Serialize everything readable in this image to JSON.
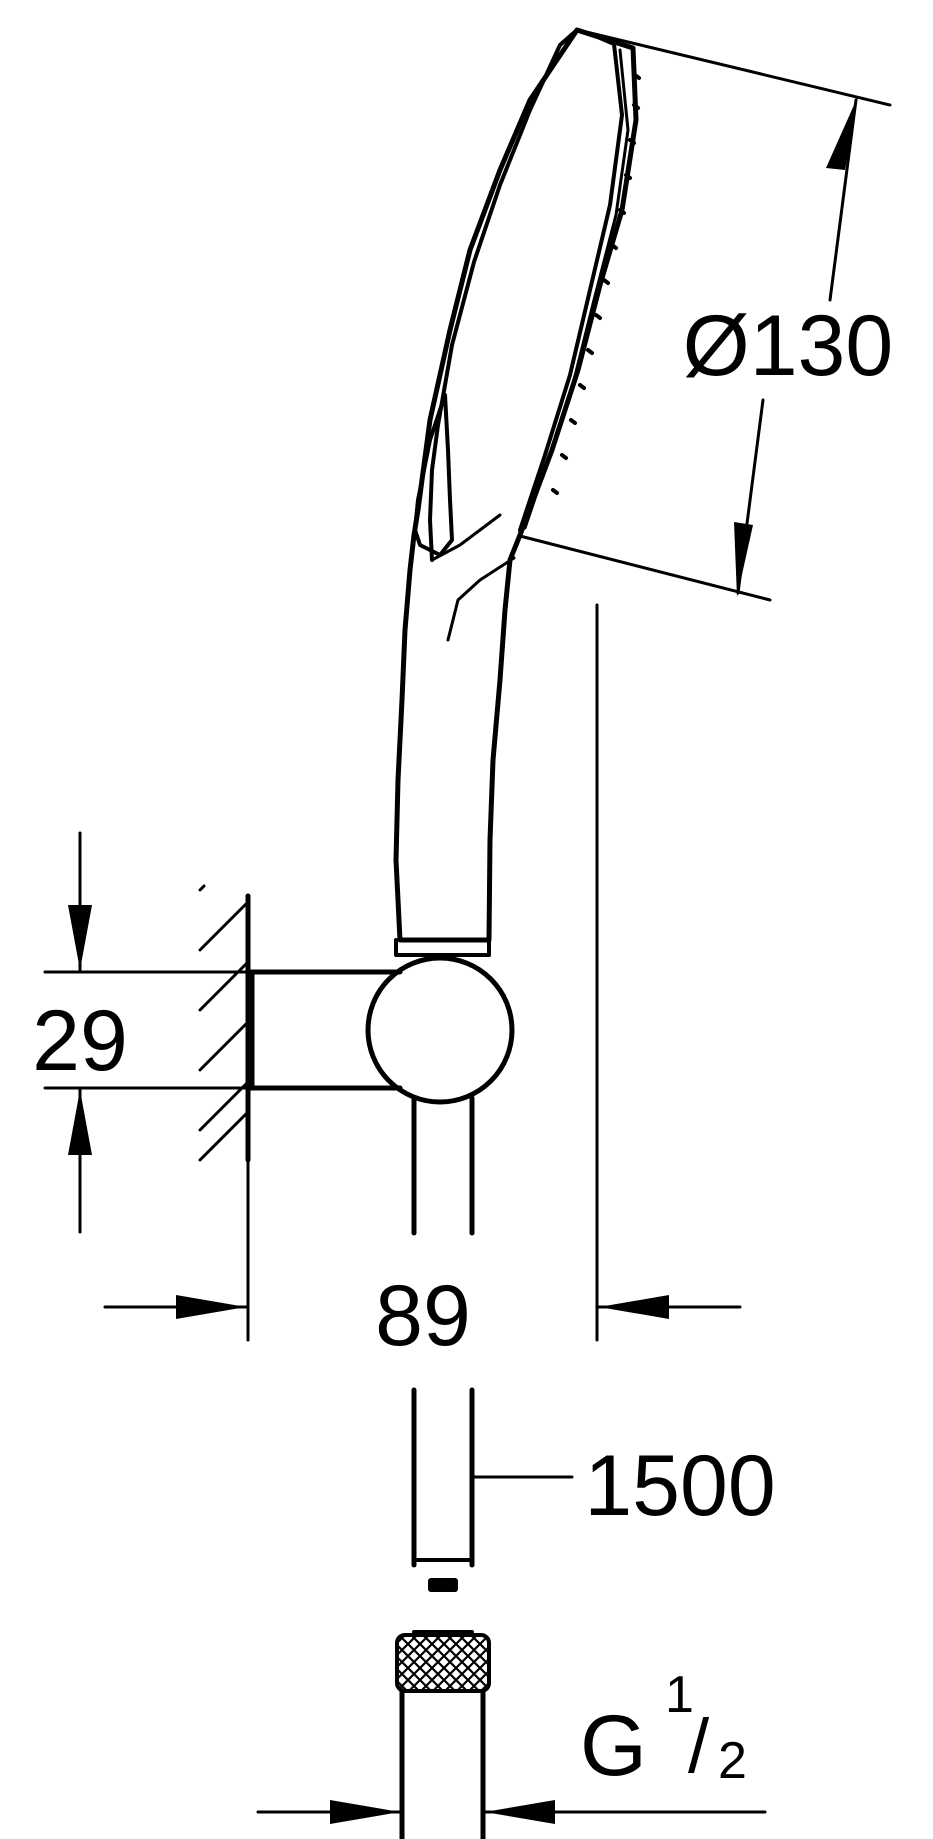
{
  "dimensions": {
    "head_diameter": "Ø130",
    "holder_height": "29",
    "wall_offset": "89",
    "hose_length": "1500",
    "thread_main": "G",
    "thread_num": "1",
    "thread_den": "2"
  }
}
